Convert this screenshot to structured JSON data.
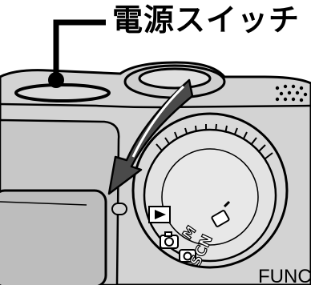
{
  "callout_label": "電源スイッチ",
  "dial_playback_symbol": "▶",
  "dial_modes": [
    "M",
    "SCN"
  ],
  "brand_fragment": "FUNC",
  "colors": {
    "body": "#d3d3d3",
    "body_dark": "#bdbdbd",
    "arrow": "#4a4a4a",
    "outline": "#000000"
  }
}
